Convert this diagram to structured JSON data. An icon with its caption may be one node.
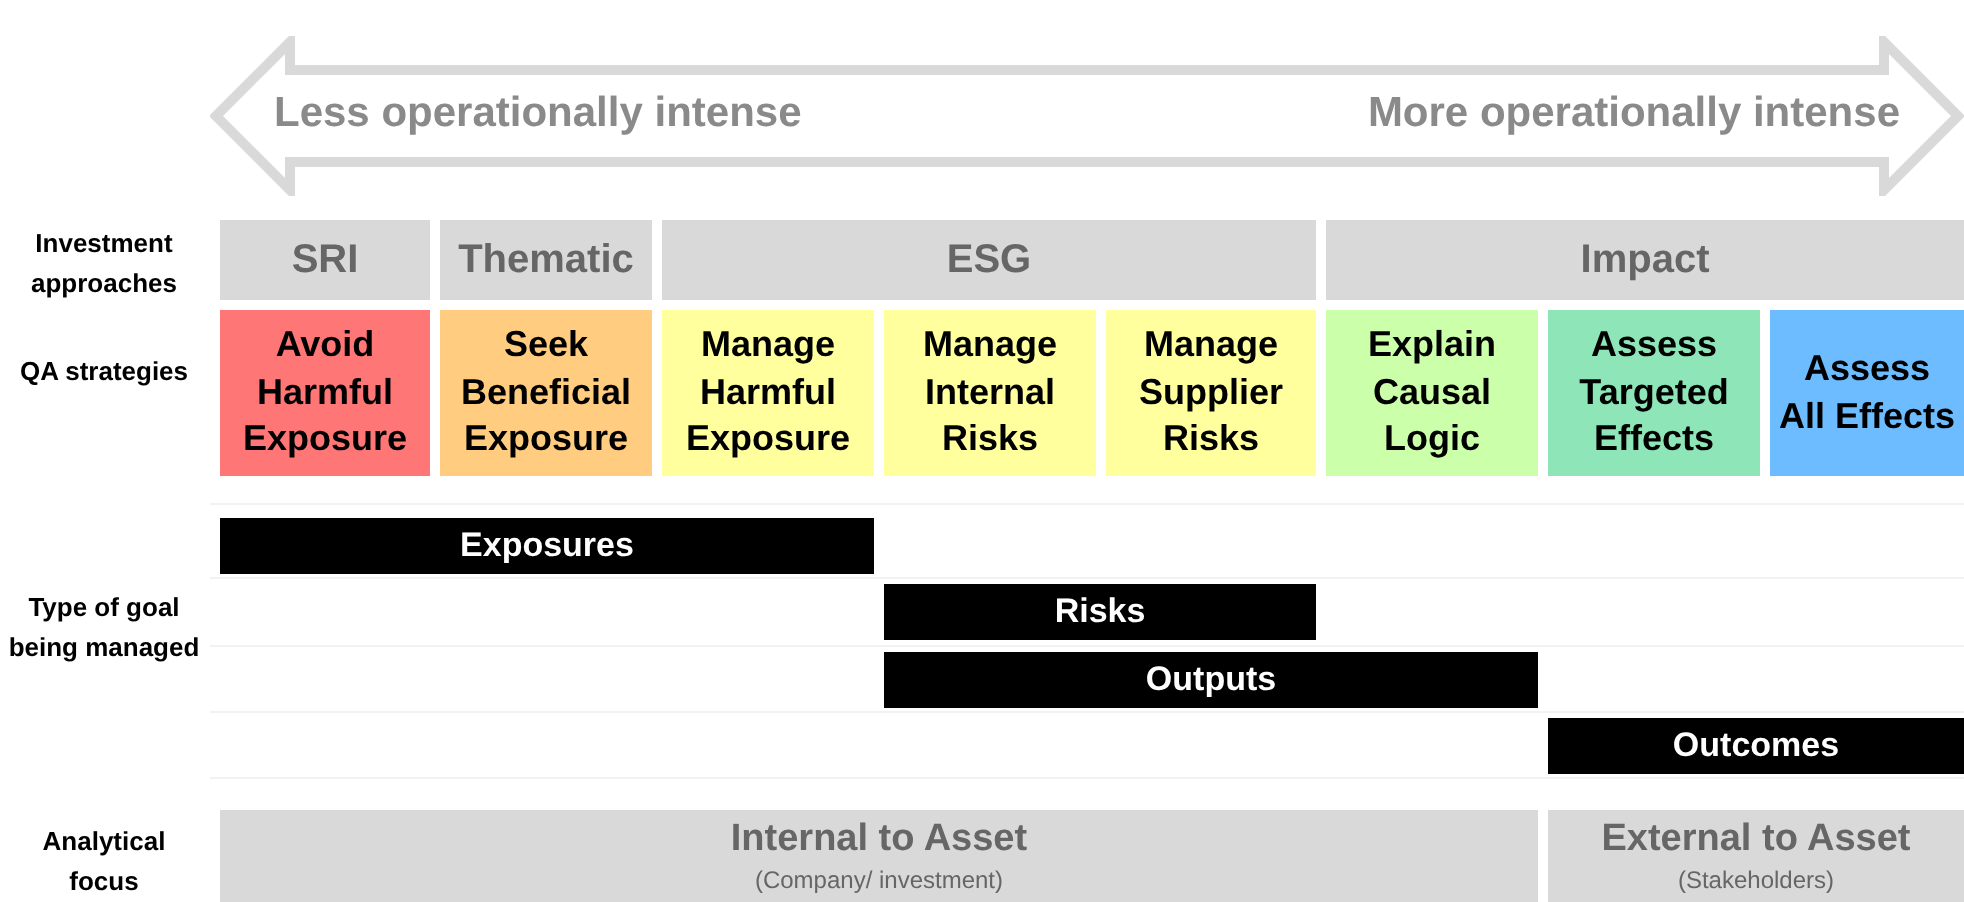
{
  "diagram": {
    "nodes": [
      {
        "text": [
          "Less operationally intense",
          "More operationally intense"
        ]
      },
      {
        "text": [
          "SRI"
        ]
      },
      {
        "text": [
          "Thematic"
        ]
      },
      {
        "text": [
          "ESG"
        ]
      },
      {
        "text": [
          "Impact"
        ]
      },
      {
        "text": [
          "Avoid Harmful Exposure"
        ]
      },
      {
        "text": [
          "Seek Beneficial Exposure"
        ]
      },
      {
        "text": [
          "Manage Harmful Exposure"
        ]
      },
      {
        "text": [
          "Manage Internal Risks"
        ]
      },
      {
        "text": [
          "Manage Supplier Risks"
        ]
      },
      {
        "text": [
          "Explain Causal Logic"
        ]
      },
      {
        "text": [
          "Assess Targeted Effects"
        ]
      },
      {
        "text": [
          "Assess All Effects"
        ]
      },
      {
        "text": [
          "Exposures"
        ]
      },
      {
        "text": [
          "Risks"
        ]
      },
      {
        "text": [
          "Outputs"
        ]
      },
      {
        "text": [
          "Outcomes"
        ]
      },
      {
        "text": [
          "Internal to Asset",
          "(Company/ investment)"
        ]
      },
      {
        "text": [
          "External to Asset",
          "(Stakeholders)"
        ]
      }
    ],
    "labels": [
      "Investment approaches",
      "QA strategies",
      "Type of goal being managed",
      "Analytical focus"
    ]
  }
}
